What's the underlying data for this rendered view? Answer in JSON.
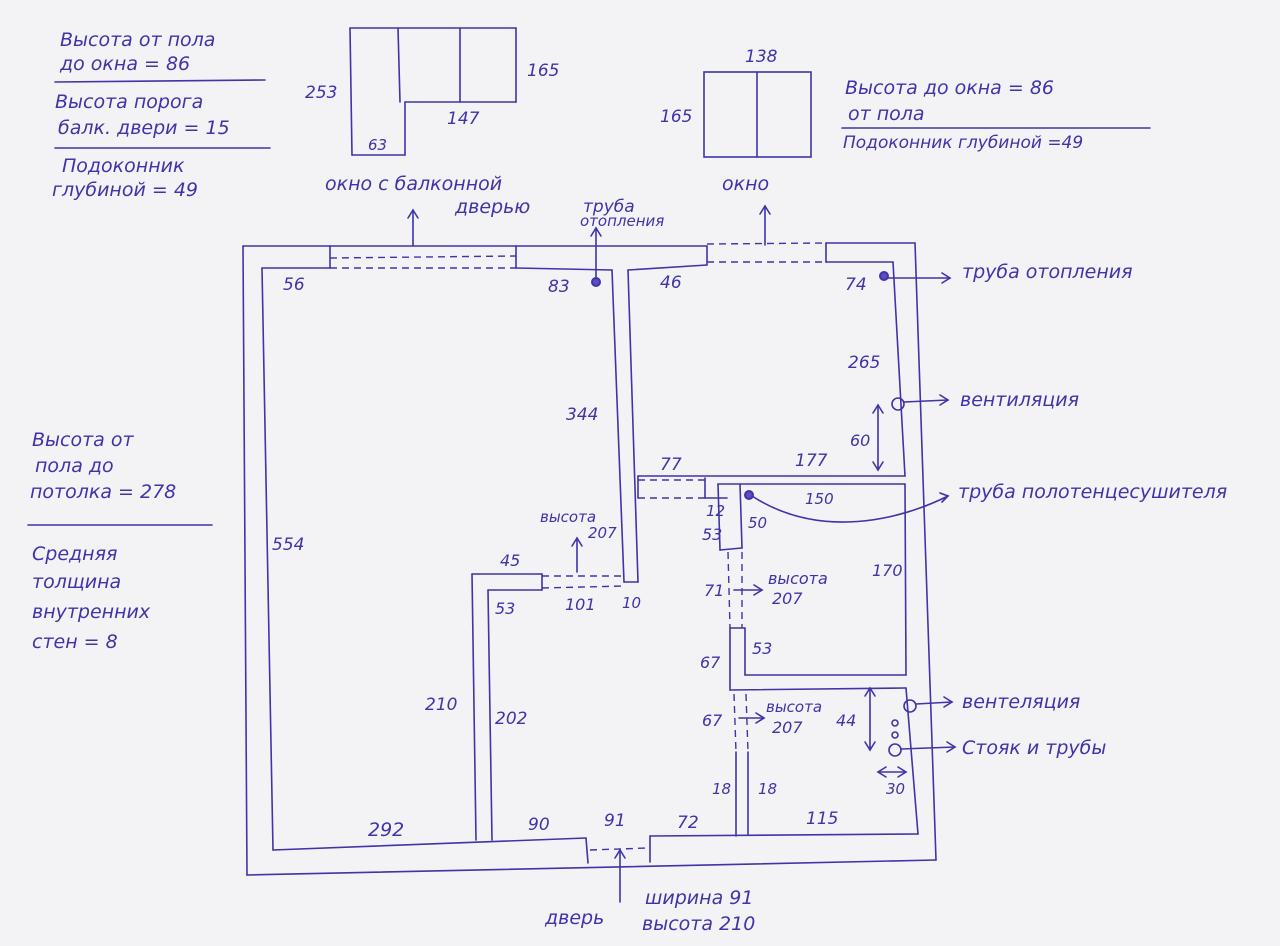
{
  "notes": {
    "top_left": {
      "window_height": [
        "Высота от пола",
        "до окна = 86"
      ],
      "threshold": [
        "Высота порога",
        "балк. двери = 15"
      ],
      "sill": [
        "Подоконник",
        "глубиной = 49"
      ]
    },
    "top_right": {
      "window_height": [
        "Высота до окна = 86",
        "от пола"
      ],
      "sill": "Подоконник глубиной =49"
    },
    "left": {
      "ceiling": [
        "Высота от",
        "пола до",
        "потолка = 278"
      ],
      "walls": [
        "Средняя",
        "толщина",
        "внутренних",
        "стен = 8"
      ]
    }
  },
  "window_sketches": {
    "balcony": {
      "caption": [
        "окно с балконной",
        "дверью"
      ],
      "dims": {
        "height": "253",
        "window_height": "165",
        "door_width": "63",
        "window_width": "147"
      }
    },
    "window": {
      "caption": "окно",
      "dims": {
        "width": "138",
        "height": "165"
      }
    }
  },
  "callouts": {
    "pipe_top": [
      "труба",
      "отопления"
    ],
    "pipe_right": "труба отопления",
    "vent_top": "вентиляция",
    "towel_pipe": "труба полотенцесушителя",
    "vent_bottom": "вентеляция",
    "riser": "Стояк и трубы",
    "door": {
      "label": "дверь",
      "width": "ширина 91",
      "height": "высота 210"
    }
  },
  "dimensions": {
    "d56": "56",
    "d83": "83",
    "d46": "46",
    "d74": "74",
    "d265": "265",
    "d344": "344",
    "d554": "554",
    "d60": "60",
    "d77": "77",
    "d177": "177",
    "d150": "150",
    "d12": "12",
    "d50": "50",
    "d53a": "53",
    "d170": "170",
    "d71": "71",
    "d45": "45",
    "d53b": "53",
    "d101": "101",
    "d10": "10",
    "d67a": "67",
    "d53c": "53",
    "d67b": "67",
    "d44": "44",
    "d210": "210",
    "d202": "202",
    "d18a": "18",
    "d18b": "18",
    "d30": "30",
    "d115": "115",
    "d292": "292",
    "d90": "90",
    "d91": "91",
    "d72": "72"
  },
  "heights": {
    "kitchen": [
      "высота",
      "207"
    ],
    "bath": [
      "высота",
      "207"
    ],
    "wc": [
      "высота",
      "207"
    ]
  }
}
